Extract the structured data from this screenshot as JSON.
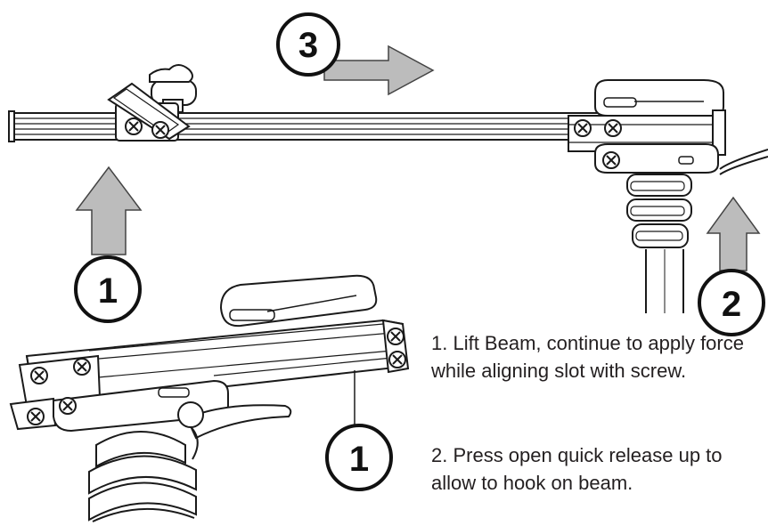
{
  "callouts": {
    "top_left_step": "1",
    "top_right_step": "2",
    "top_arrow_step": "3",
    "detail_step": "1"
  },
  "instructions": {
    "step1": "1. Lift Beam, continue to apply force while aligning slot with screw.",
    "step2": "2. Press open quick release up to allow to hook on beam."
  },
  "colors": {
    "line": "#1a1a1a",
    "arrow_fill": "#bcbcbc",
    "arrow_stroke": "#444444"
  }
}
